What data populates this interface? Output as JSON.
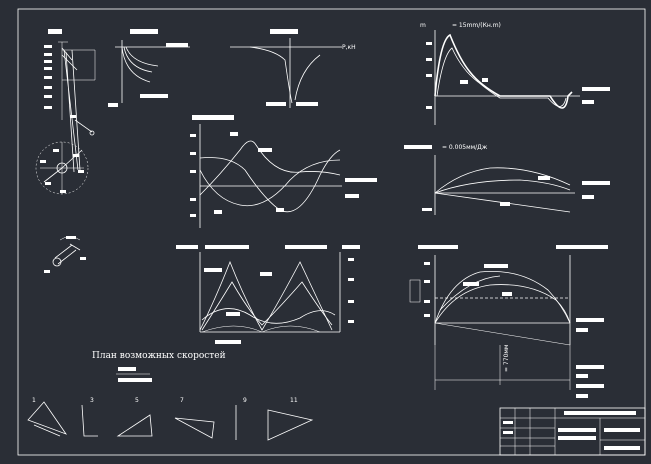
{
  "drawing": {
    "plan_title": "План возможных скоростей",
    "scale_label": "= 15mm/(Кн.m)",
    "moment_axis_label": "m",
    "force_axis_label": "P,кН",
    "accel_scale": "= 0.005мм/Дж",
    "vel_note": "= 770мм",
    "plan_positions": [
      "1",
      "3",
      "5",
      "7",
      "9",
      "11"
    ]
  },
  "colors": {
    "background": "#2a2e36",
    "lines": "#ffffff"
  }
}
